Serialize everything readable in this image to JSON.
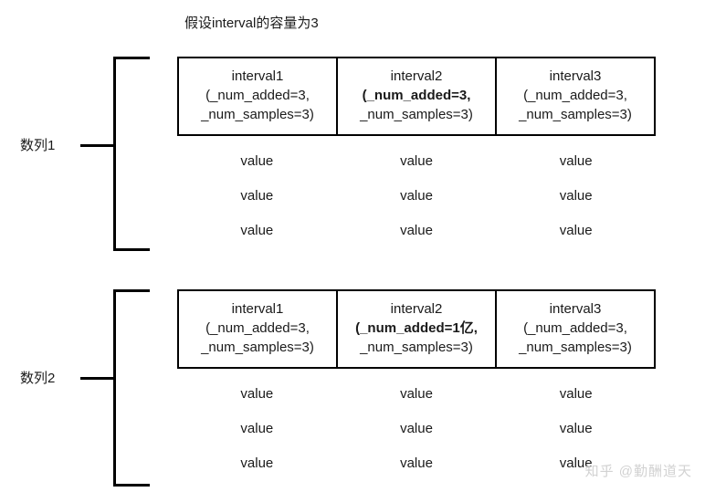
{
  "title": "假设interval的容量为3",
  "colors": {
    "background": "#ffffff",
    "ink": "#1a1a1a",
    "line": "#000000",
    "watermark": "#d2d2d2"
  },
  "groups": [
    {
      "label": "数列1",
      "intervals": [
        {
          "name": "interval1",
          "line1": "(_num_added=3,",
          "line2": "_num_samples=3)",
          "line1_bold": false
        },
        {
          "name": "interval2",
          "line1": "(_num_added=3,",
          "line2": "_num_samples=3)",
          "line1_bold": true
        },
        {
          "name": "interval3",
          "line1": "(_num_added=3,",
          "line2": "_num_samples=3)",
          "line1_bold": false
        }
      ],
      "value_rows": [
        [
          "value",
          "value",
          "value"
        ],
        [
          "value",
          "value",
          "value"
        ],
        [
          "value",
          "value",
          "value"
        ]
      ]
    },
    {
      "label": "数列2",
      "intervals": [
        {
          "name": "interval1",
          "line1": "(_num_added=3,",
          "line2": "_num_samples=3)",
          "line1_bold": false
        },
        {
          "name": "interval2",
          "line1": "(_num_added=1亿,",
          "line2": "_num_samples=3)",
          "line1_bold": true
        },
        {
          "name": "interval3",
          "line1": "(_num_added=3,",
          "line2": "_num_samples=3)",
          "line1_bold": false
        }
      ],
      "value_rows": [
        [
          "value",
          "value",
          "value"
        ],
        [
          "value",
          "value",
          "value"
        ],
        [
          "value",
          "value",
          "value"
        ]
      ]
    }
  ],
  "watermark": "知乎 @勤酬道天"
}
